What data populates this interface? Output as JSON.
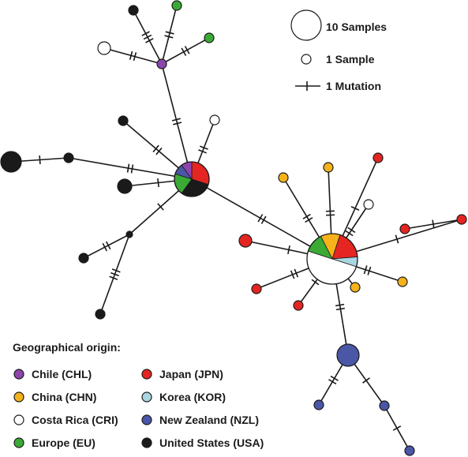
{
  "legend_size": {
    "ten_samples": "10 Samples",
    "one_sample": "1 Sample",
    "one_mutation": "1 Mutation"
  },
  "legend_origin": {
    "title": "Geographical origin:",
    "items": [
      {
        "key": "CHL",
        "label": "Chile (CHL)",
        "color": "#8e44ad"
      },
      {
        "key": "CHN",
        "label": "China (CHN)",
        "color": "#f5b21b"
      },
      {
        "key": "CRI",
        "label": "Costa Rica (CRI)",
        "color": "#ffffff"
      },
      {
        "key": "EU",
        "label": "Europe (EU)",
        "color": "#3aaa35"
      },
      {
        "key": "JPN",
        "label": "Japan (JPN)",
        "color": "#e52521"
      },
      {
        "key": "KOR",
        "label": "Korea (KOR)",
        "color": "#a9d6e0"
      },
      {
        "key": "NZL",
        "label": "New Zealand (NZL)",
        "color": "#4a56a6"
      },
      {
        "key": "USA",
        "label": "United States (USA)",
        "color": "#1a1a1a"
      }
    ]
  },
  "haplotypes": [
    {
      "id": "hubA",
      "samples": 10,
      "composition": {
        "JPN": 3,
        "USA": 3,
        "EU": 2,
        "NZL": 1,
        "CHL": 1
      }
    },
    {
      "id": "hubB",
      "samples": 16,
      "composition": {
        "CHN": 2,
        "JPN": 3,
        "KOR": 1,
        "CRI": 8,
        "EU": 2
      }
    },
    {
      "id": "chl",
      "samples": 1,
      "composition": {
        "CHL": 1
      }
    },
    {
      "id": "usa_top",
      "samples": 1,
      "composition": {
        "USA": 1
      }
    },
    {
      "id": "eu_top1",
      "samples": 1,
      "composition": {
        "EU": 1
      }
    },
    {
      "id": "eu_top2",
      "samples": 1,
      "composition": {
        "EU": 1
      }
    },
    {
      "id": "cri_top",
      "samples": 1,
      "composition": {
        "CRI": 1
      }
    },
    {
      "id": "usa_a1",
      "samples": 1,
      "composition": {
        "USA": 1
      }
    },
    {
      "id": "cri_a1",
      "samples": 1,
      "composition": {
        "CRI": 1
      }
    },
    {
      "id": "usa_big",
      "samples": 5,
      "composition": {
        "USA": 5
      }
    },
    {
      "id": "usa_mid",
      "samples": 1,
      "composition": {
        "USA": 1
      }
    },
    {
      "id": "usa_a2",
      "samples": 2,
      "composition": {
        "USA": 2
      }
    },
    {
      "id": "usa_a3",
      "samples": 1,
      "composition": {
        "USA": 1
      }
    },
    {
      "id": "usa_a4",
      "samples": 1,
      "composition": {
        "USA": 1
      }
    },
    {
      "id": "usa_a5",
      "samples": 1,
      "composition": {
        "USA": 1
      }
    },
    {
      "id": "chn_b1",
      "samples": 1,
      "composition": {
        "CHN": 1
      }
    },
    {
      "id": "chn_b2",
      "samples": 1,
      "composition": {
        "CHN": 1
      }
    },
    {
      "id": "jpn_b1",
      "samples": 1,
      "composition": {
        "JPN": 1
      }
    },
    {
      "id": "cri_b1",
      "samples": 1,
      "composition": {
        "CRI": 1
      }
    },
    {
      "id": "jpn_b2",
      "samples": 1,
      "composition": {
        "JPN": 1
      }
    },
    {
      "id": "jpn_b3",
      "samples": 1,
      "composition": {
        "JPN": 1
      }
    },
    {
      "id": "jpn_b4",
      "samples": 2,
      "composition": {
        "JPN": 2
      }
    },
    {
      "id": "jpn_b5",
      "samples": 1,
      "composition": {
        "JPN": 1
      }
    },
    {
      "id": "jpn_b6",
      "samples": 1,
      "composition": {
        "JPN": 1
      }
    },
    {
      "id": "chn_b3",
      "samples": 1,
      "composition": {
        "CHN": 1
      }
    },
    {
      "id": "chn_b4",
      "samples": 1,
      "composition": {
        "CHN": 1
      }
    },
    {
      "id": "nzl_big",
      "samples": 4,
      "composition": {
        "NZL": 4
      }
    },
    {
      "id": "nzl_1",
      "samples": 1,
      "composition": {
        "NZL": 1
      }
    },
    {
      "id": "nzl_2",
      "samples": 1,
      "composition": {
        "NZL": 1
      }
    },
    {
      "id": "nzl_3",
      "samples": 1,
      "composition": {
        "NZL": 1
      }
    }
  ],
  "links": [
    {
      "from": "hubA",
      "to": "chl",
      "mutations": 2
    },
    {
      "from": "chl",
      "to": "usa_top",
      "mutations": 3
    },
    {
      "from": "chl",
      "to": "eu_top1",
      "mutations": 2
    },
    {
      "from": "chl",
      "to": "eu_top2",
      "mutations": 2
    },
    {
      "from": "chl",
      "to": "cri_top",
      "mutations": 2
    },
    {
      "from": "hubA",
      "to": "usa_a1",
      "mutations": 2
    },
    {
      "from": "hubA",
      "to": "cri_a1",
      "mutations": 2
    },
    {
      "from": "hubA",
      "to": "usa_mid",
      "mutations": 2
    },
    {
      "from": "usa_mid",
      "to": "usa_big",
      "mutations": 1
    },
    {
      "from": "hubA",
      "to": "usa_a2",
      "mutations": 1
    },
    {
      "from": "hubA",
      "to": "usa_a3",
      "mutations": 1
    },
    {
      "from": "usa_a3",
      "to": "usa_a4",
      "mutations": 2
    },
    {
      "from": "usa_a3",
      "to": "usa_a5",
      "mutations": 3
    },
    {
      "from": "hubA",
      "to": "hubB",
      "mutations": 2
    },
    {
      "from": "hubB",
      "to": "chn_b1",
      "mutations": 2
    },
    {
      "from": "hubB",
      "to": "chn_b2",
      "mutations": 2
    },
    {
      "from": "hubB",
      "to": "jpn_b1",
      "mutations": 1
    },
    {
      "from": "hubB",
      "to": "cri_b1",
      "mutations": 2
    },
    {
      "from": "hubB",
      "to": "jpn_b2",
      "mutations": 1
    },
    {
      "from": "jpn_b2",
      "to": "jpn_b3",
      "mutations": 1
    },
    {
      "from": "hubB",
      "to": "jpn_b4",
      "mutations": 1
    },
    {
      "from": "hubB",
      "to": "jpn_b5",
      "mutations": 2
    },
    {
      "from": "hubB",
      "to": "jpn_b6",
      "mutations": 1
    },
    {
      "from": "hubB",
      "to": "chn_b3",
      "mutations": 1
    },
    {
      "from": "hubB",
      "to": "chn_b4",
      "mutations": 2
    },
    {
      "from": "hubB",
      "to": "nzl_big",
      "mutations": 2
    },
    {
      "from": "nzl_big",
      "to": "nzl_1",
      "mutations": 2
    },
    {
      "from": "nzl_big",
      "to": "nzl_2",
      "mutations": 1
    },
    {
      "from": "nzl_2",
      "to": "nzl_3",
      "mutations": 1
    }
  ]
}
